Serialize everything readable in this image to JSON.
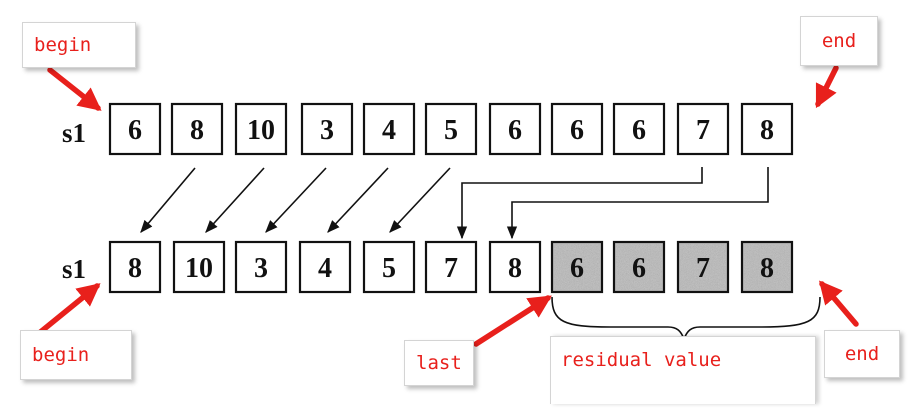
{
  "row_label": "s1",
  "top_values": [
    "6",
    "8",
    "10",
    "3",
    "4",
    "5",
    "6",
    "6",
    "6",
    "7",
    "8"
  ],
  "bottom_values": [
    "8",
    "10",
    "3",
    "4",
    "5",
    "7",
    "8",
    "6",
    "6",
    "7",
    "8"
  ],
  "bottom_shaded_from_index": 7,
  "annotations": {
    "begin_top": "begin",
    "end_top": "end",
    "begin_bottom": "begin",
    "last": "last",
    "residual": "residual value",
    "end_bottom": "end"
  },
  "colors": {
    "annotation_text": "#e8201c",
    "arrow_red": "#e8201c",
    "ink": "#111111",
    "shade": "#b9b9b9"
  }
}
